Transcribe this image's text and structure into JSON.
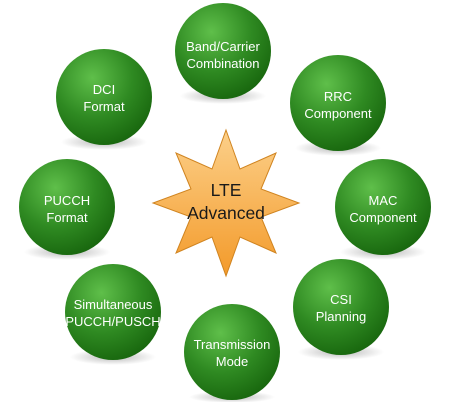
{
  "center": {
    "line1": "LTE",
    "line2": "Advanced"
  },
  "nodes": [
    {
      "id": "band-carrier",
      "lines": [
        "Band/Carrier",
        "Combination"
      ]
    },
    {
      "id": "rrc",
      "lines": [
        "RRC",
        "Component"
      ]
    },
    {
      "id": "mac",
      "lines": [
        "MAC",
        "Component"
      ]
    },
    {
      "id": "csi",
      "lines": [
        "CSI",
        "Planning"
      ]
    },
    {
      "id": "transmission-mode",
      "lines": [
        "Transmission",
        "Mode"
      ]
    },
    {
      "id": "simultaneous",
      "lines": [
        "Simultaneous",
        "PUCCH/PUSCH"
      ]
    },
    {
      "id": "pucch-format",
      "lines": [
        "PUCCH",
        "Format"
      ]
    },
    {
      "id": "dci-format",
      "lines": [
        "DCI",
        "Format"
      ]
    }
  ],
  "colors": {
    "node_fill_light": "#4aa83a",
    "node_fill_dark": "#1a6e10",
    "node_text": "#ffffff",
    "star_fill_light": "#fbc06a",
    "star_fill_dark": "#f39a2a",
    "star_stroke": "#c9781a",
    "center_text": "#1a1a1a"
  }
}
